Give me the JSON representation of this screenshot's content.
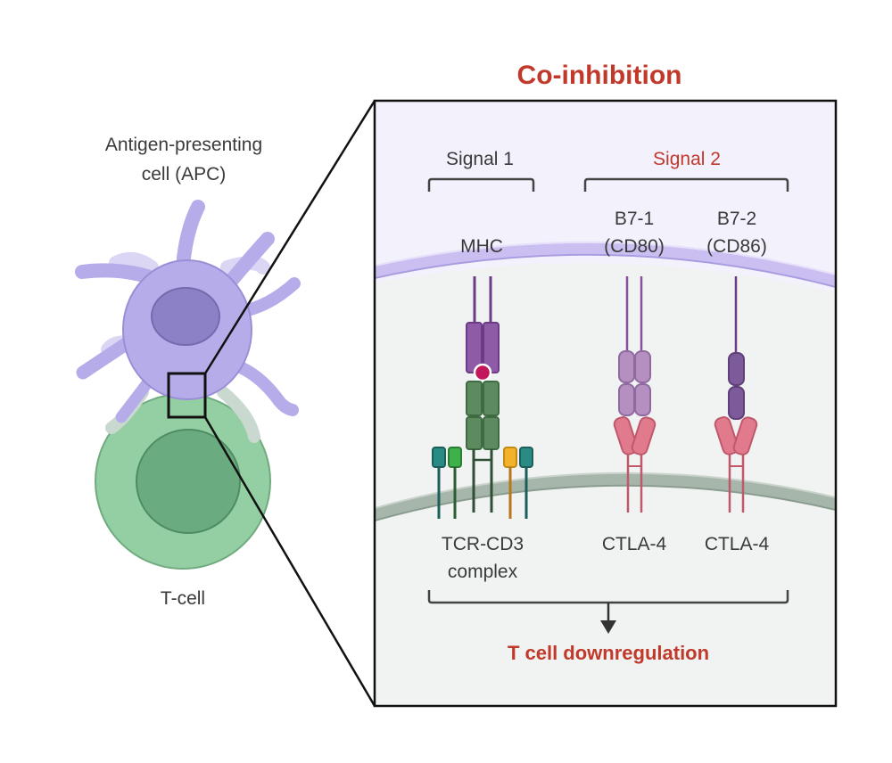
{
  "title": "Co-inhibition",
  "left_panel": {
    "apc_label_line1": "Antigen-presenting",
    "apc_label_line2": "cell (APC)",
    "tcell_label": "T-cell"
  },
  "detail_panel": {
    "signal1": "Signal 1",
    "signal2": "Signal 2",
    "mhc": "MHC",
    "b71_line1": "B7-1",
    "b71_line2": "(CD80)",
    "b72_line1": "B7-2",
    "b72_line2": "(CD86)",
    "tcr_line1": "TCR-CD3",
    "tcr_line2": "complex",
    "ctla4_a": "CTLA-4",
    "ctla4_b": "CTLA-4",
    "outcome": "T cell downregulation"
  },
  "colors": {
    "accent_red": "#c0392b",
    "apc_membrane": "#cbbef0",
    "tcell_membrane": "#a7b6ab",
    "mhc": "#8e5ba6",
    "tcr": "#5d8a5e",
    "b71": "#b48fc0",
    "b72": "#7d5a99",
    "ctla4": "#e07a8c"
  }
}
